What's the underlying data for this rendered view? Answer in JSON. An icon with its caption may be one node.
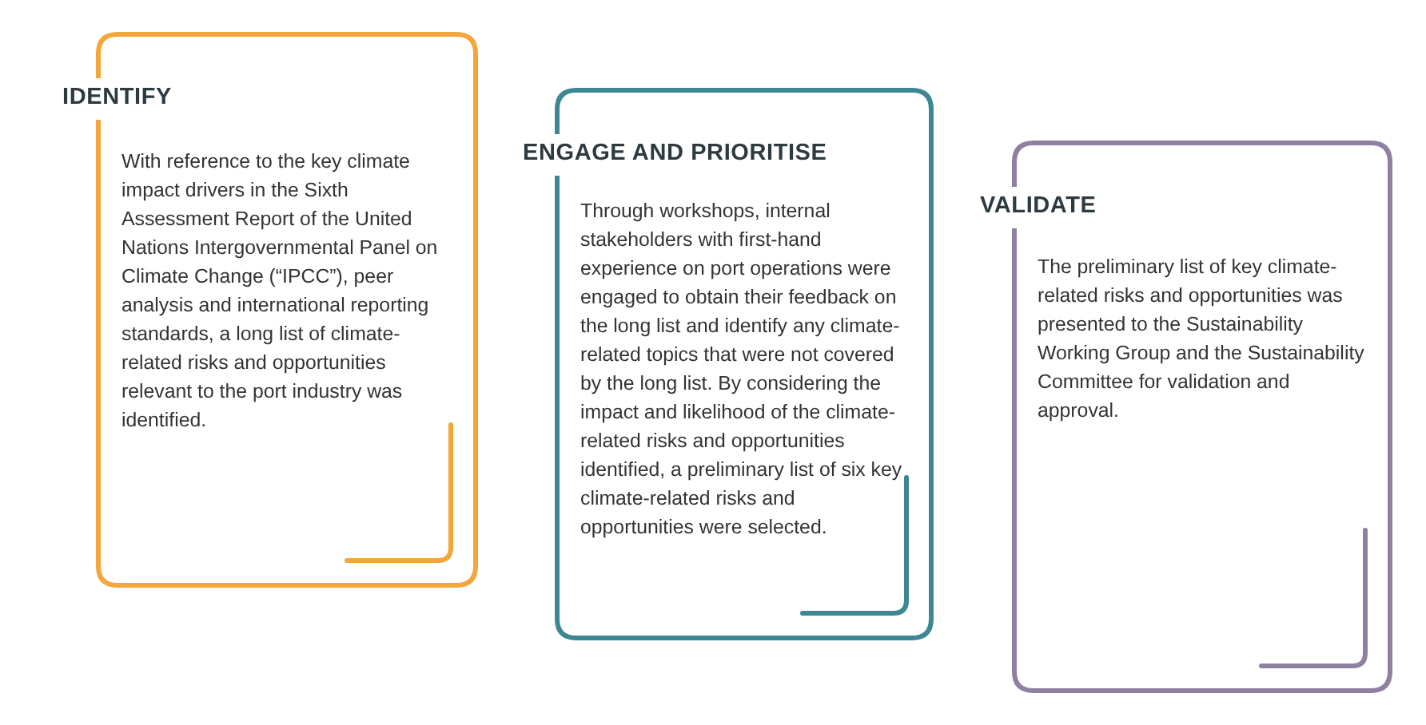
{
  "diagram": {
    "nodes": [
      {
        "text": [
          "IDENTIFY",
          "With reference to the key climate impact drivers in the Sixth Assessment Report of the United Nations Intergovernmental Panel on Climate Change (“IPCC”), peer analysis and international reporting standards, a long list of climate-related risks and opportunities relevant to the port industry was identified."
        ]
      },
      {
        "text": [
          "ENGAGE AND PRIORITISE",
          "Through workshops, internal stakeholders with first-hand experience on port operations were engaged to obtain their feedback on the long list and identify any climate-related topics that were not covered by the long list. By considering the impact and likelihood of the climate-related risks and opportunities identified, a preliminary list of six key climate-related risks and opportunities were selected."
        ]
      },
      {
        "text": [
          "VALIDATE",
          "The preliminary list of key climate-related risks and opportunities was presented to the Sustainability Working Group and the Sustainability Committee for validation and approval."
        ]
      }
    ]
  }
}
